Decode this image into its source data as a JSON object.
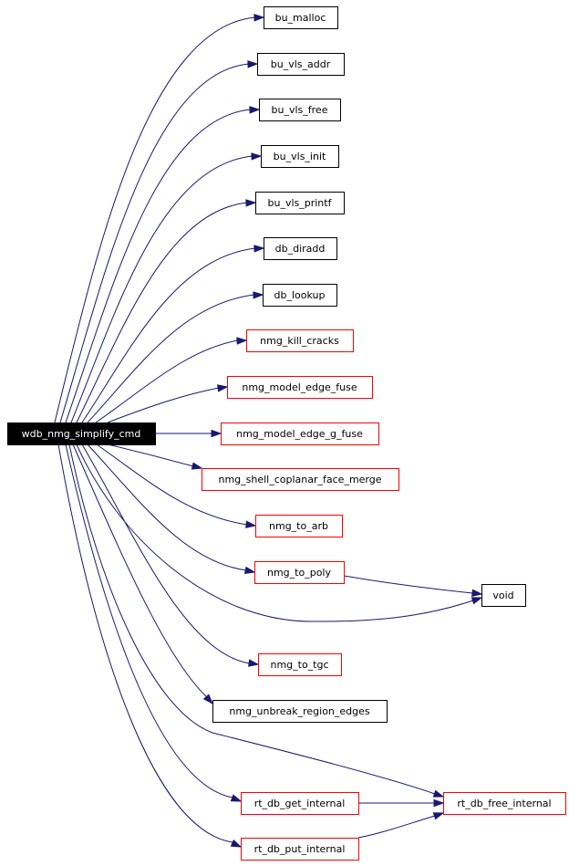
{
  "colors": {
    "edge": "#191970",
    "root_fill": "#000000",
    "root_text": "#ffffff",
    "node_fill": "#ffffff",
    "doc_border": "#000000",
    "undoc_border": "#ff0000"
  },
  "graph": {
    "root": {
      "id": "root",
      "label": "wdb_nmg_simplify_cmd"
    },
    "nodes": [
      {
        "id": "bu_malloc",
        "label": "bu_malloc",
        "border": "doc"
      },
      {
        "id": "bu_vls_addr",
        "label": "bu_vls_addr",
        "border": "doc"
      },
      {
        "id": "bu_vls_free",
        "label": "bu_vls_free",
        "border": "doc"
      },
      {
        "id": "bu_vls_init",
        "label": "bu_vls_init",
        "border": "doc"
      },
      {
        "id": "bu_vls_printf",
        "label": "bu_vls_printf",
        "border": "doc"
      },
      {
        "id": "db_diradd",
        "label": "db_diradd",
        "border": "doc"
      },
      {
        "id": "db_lookup",
        "label": "db_lookup",
        "border": "doc"
      },
      {
        "id": "nmg_kill_cracks",
        "label": "nmg_kill_cracks",
        "border": "undoc"
      },
      {
        "id": "nmg_model_edge_fuse",
        "label": "nmg_model_edge_fuse",
        "border": "undoc"
      },
      {
        "id": "nmg_model_edge_g_fuse",
        "label": "nmg_model_edge_g_fuse",
        "border": "undoc"
      },
      {
        "id": "nmg_shell_coplanar_face_merge",
        "label": "nmg_shell_coplanar_face_merge",
        "border": "undoc"
      },
      {
        "id": "nmg_to_arb",
        "label": "nmg_to_arb",
        "border": "undoc"
      },
      {
        "id": "nmg_to_poly",
        "label": "nmg_to_poly",
        "border": "undoc"
      },
      {
        "id": "void",
        "label": "void",
        "border": "doc"
      },
      {
        "id": "nmg_to_tgc",
        "label": "nmg_to_tgc",
        "border": "undoc"
      },
      {
        "id": "nmg_unbreak_region_edges",
        "label": "nmg_unbreak_region_edges",
        "border": "doc"
      },
      {
        "id": "rt_db_get_internal",
        "label": "rt_db_get_internal",
        "border": "undoc"
      },
      {
        "id": "rt_db_free_internal",
        "label": "rt_db_free_internal",
        "border": "undoc"
      },
      {
        "id": "rt_db_put_internal",
        "label": "rt_db_put_internal",
        "border": "undoc"
      }
    ],
    "edges": [
      {
        "from": "root",
        "to": "bu_malloc"
      },
      {
        "from": "root",
        "to": "bu_vls_addr"
      },
      {
        "from": "root",
        "to": "bu_vls_free"
      },
      {
        "from": "root",
        "to": "bu_vls_init"
      },
      {
        "from": "root",
        "to": "bu_vls_printf"
      },
      {
        "from": "root",
        "to": "db_diradd"
      },
      {
        "from": "root",
        "to": "db_lookup"
      },
      {
        "from": "root",
        "to": "nmg_kill_cracks"
      },
      {
        "from": "root",
        "to": "nmg_model_edge_fuse"
      },
      {
        "from": "root",
        "to": "nmg_model_edge_g_fuse"
      },
      {
        "from": "root",
        "to": "nmg_shell_coplanar_face_merge"
      },
      {
        "from": "root",
        "to": "nmg_to_arb"
      },
      {
        "from": "root",
        "to": "nmg_to_poly"
      },
      {
        "from": "root",
        "to": "void"
      },
      {
        "from": "root",
        "to": "nmg_to_tgc"
      },
      {
        "from": "root",
        "to": "nmg_unbreak_region_edges"
      },
      {
        "from": "root",
        "to": "rt_db_get_internal"
      },
      {
        "from": "root",
        "to": "rt_db_free_internal"
      },
      {
        "from": "root",
        "to": "rt_db_put_internal"
      },
      {
        "from": "nmg_to_poly",
        "to": "void"
      },
      {
        "from": "rt_db_get_internal",
        "to": "rt_db_free_internal"
      },
      {
        "from": "rt_db_put_internal",
        "to": "rt_db_free_internal"
      }
    ]
  }
}
